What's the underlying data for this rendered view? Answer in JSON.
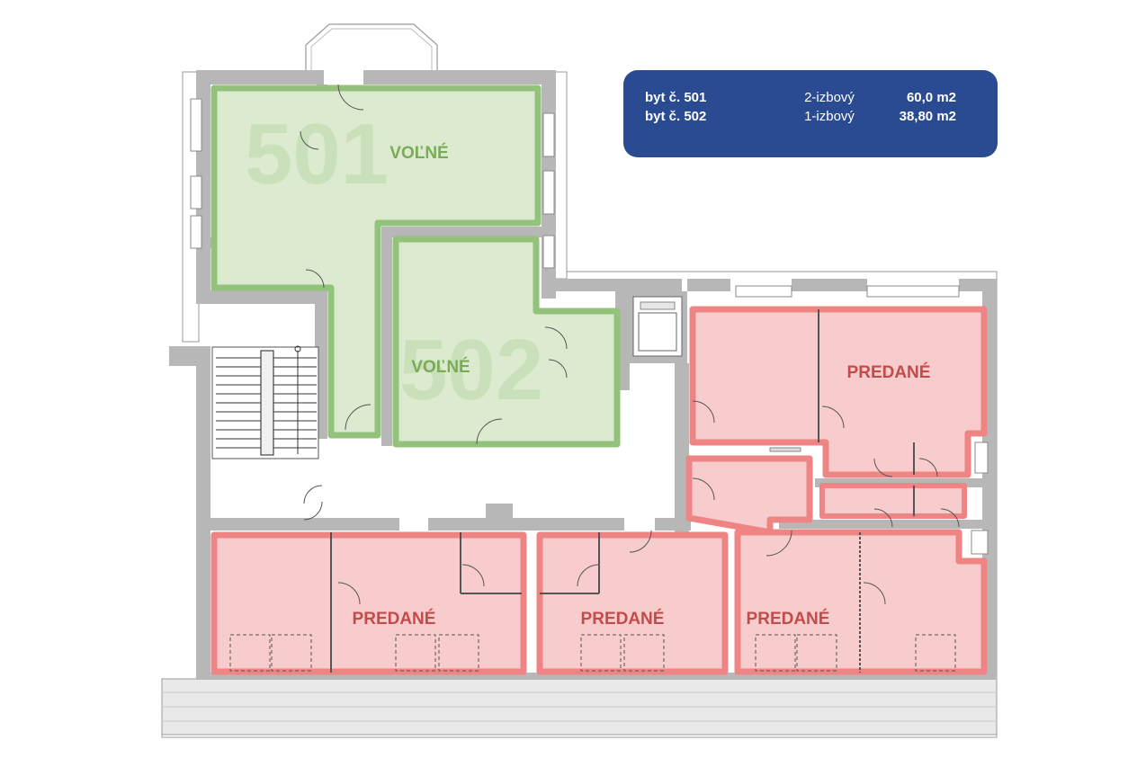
{
  "legend": {
    "rows": [
      {
        "unit": "byt č. 501",
        "type": "2-izbový",
        "area": "60,0  m2"
      },
      {
        "unit": "byt č. 502",
        "type": "1-izbový",
        "area": "38,80 m2"
      }
    ]
  },
  "units": {
    "u501": {
      "number": "501",
      "status": "VOĽNÉ"
    },
    "u502": {
      "number": "502",
      "status": "VOĽNÉ"
    }
  },
  "sold": {
    "a": "PREDANÉ",
    "b": "PREDANÉ",
    "c": "PREDANÉ",
    "d": "PREDANÉ"
  },
  "colors": {
    "available_fill": "#dcebd0",
    "available_border": "#93c27a",
    "available_text": "#7aab57",
    "sold_fill": "#f8cccc",
    "sold_border": "#ee8484",
    "sold_text": "#c24b4b",
    "wall": "#b7b7b7",
    "legend_bg": "#2a4a92"
  }
}
